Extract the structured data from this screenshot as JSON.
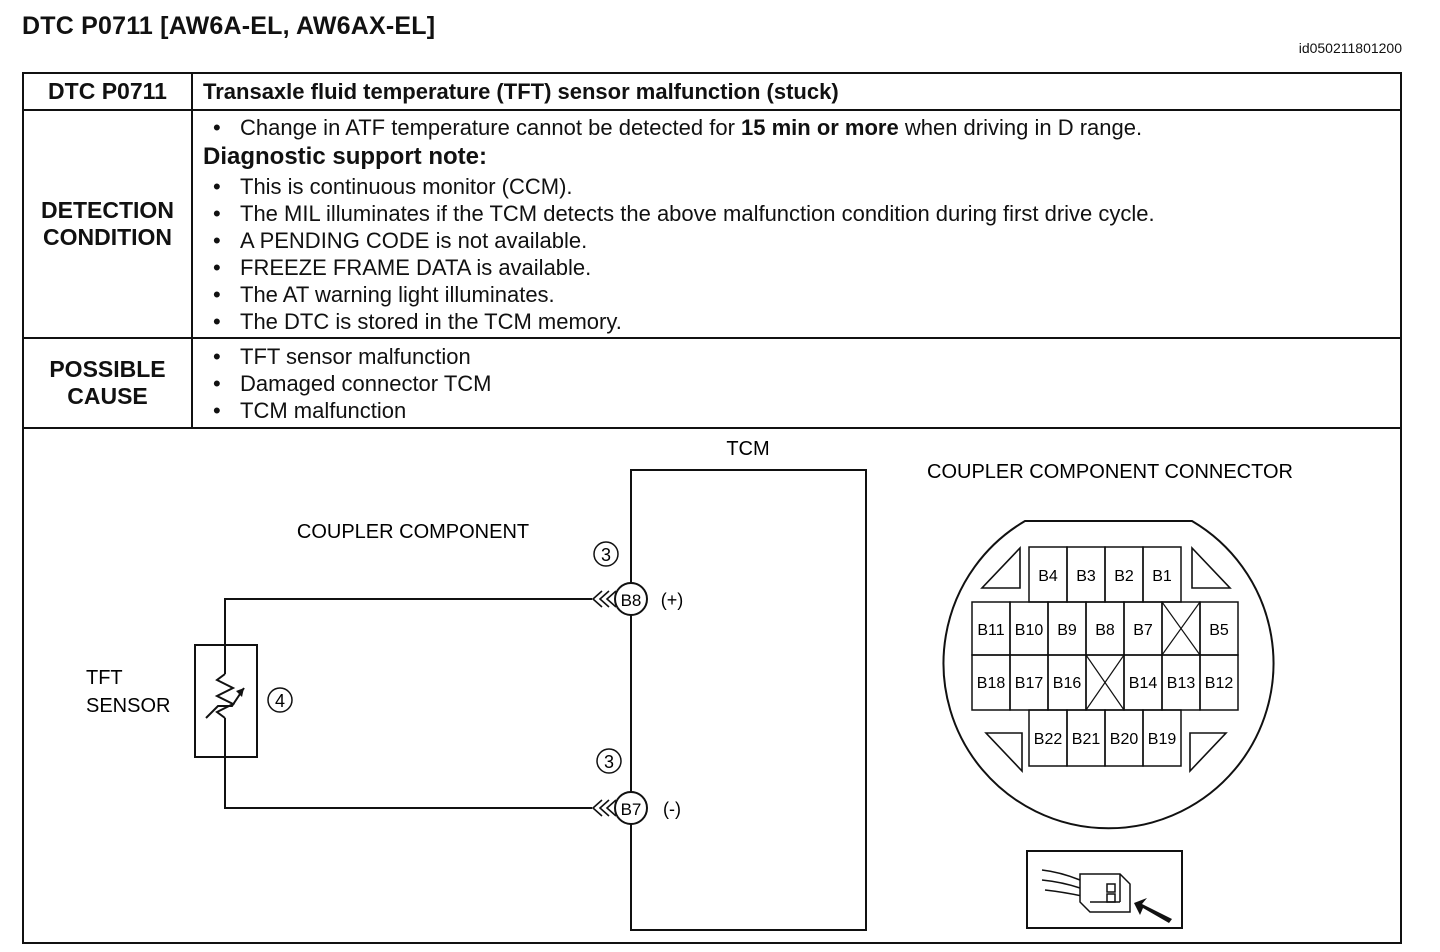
{
  "header": {
    "title": "DTC P0711 [AW6A-EL, AW6AX-EL]",
    "doc_id": "id050211801200"
  },
  "table": {
    "code_label": "DTC P0711",
    "description": "Transaxle fluid temperature (TFT) sensor malfunction (stuck)",
    "detection": {
      "label_line1": "DETECTION",
      "label_line2": "CONDITION",
      "main_bullet": {
        "prefix": "Change in ATF temperature cannot be detected for ",
        "bold": "15 min or more",
        "suffix": " when driving in D range."
      },
      "note_title": "Diagnostic support note:",
      "notes": [
        "This is continuous monitor (CCM).",
        "The MIL illuminates if the TCM detects the above malfunction condition during first drive cycle.",
        "A PENDING CODE is not available.",
        "FREEZE FRAME DATA is available.",
        "The AT warning light illuminates.",
        "The DTC is stored in the TCM memory."
      ]
    },
    "cause": {
      "label_line1": "POSSIBLE",
      "label_line2": "CAUSE",
      "items": [
        "TFT sensor malfunction",
        "Damaged connector TCM",
        "TCM malfunction"
      ]
    }
  },
  "diagram": {
    "tcm_label": "TCM",
    "coupler_component_label": "COUPLER COMPONENT",
    "connector_title": "COUPLER COMPONENT CONNECTOR",
    "sensor_label_line1": "TFT",
    "sensor_label_line2": "SENSOR",
    "wire_number": "3",
    "sensor_number": "4",
    "terminal_plus": "B8",
    "terminal_minus": "B7",
    "polarity_plus": "(+)",
    "polarity_minus": "(-)",
    "connector_row1": [
      "B4",
      "B3",
      "B2",
      "B1"
    ],
    "connector_row2": [
      "B11",
      "B10",
      "B9",
      "B8",
      "B7",
      "",
      "B5"
    ],
    "connector_row3": [
      "B18",
      "B17",
      "B16",
      "",
      "B14",
      "B13",
      "B12"
    ],
    "connector_row4": [
      "B22",
      "B21",
      "B20",
      "B19"
    ]
  }
}
